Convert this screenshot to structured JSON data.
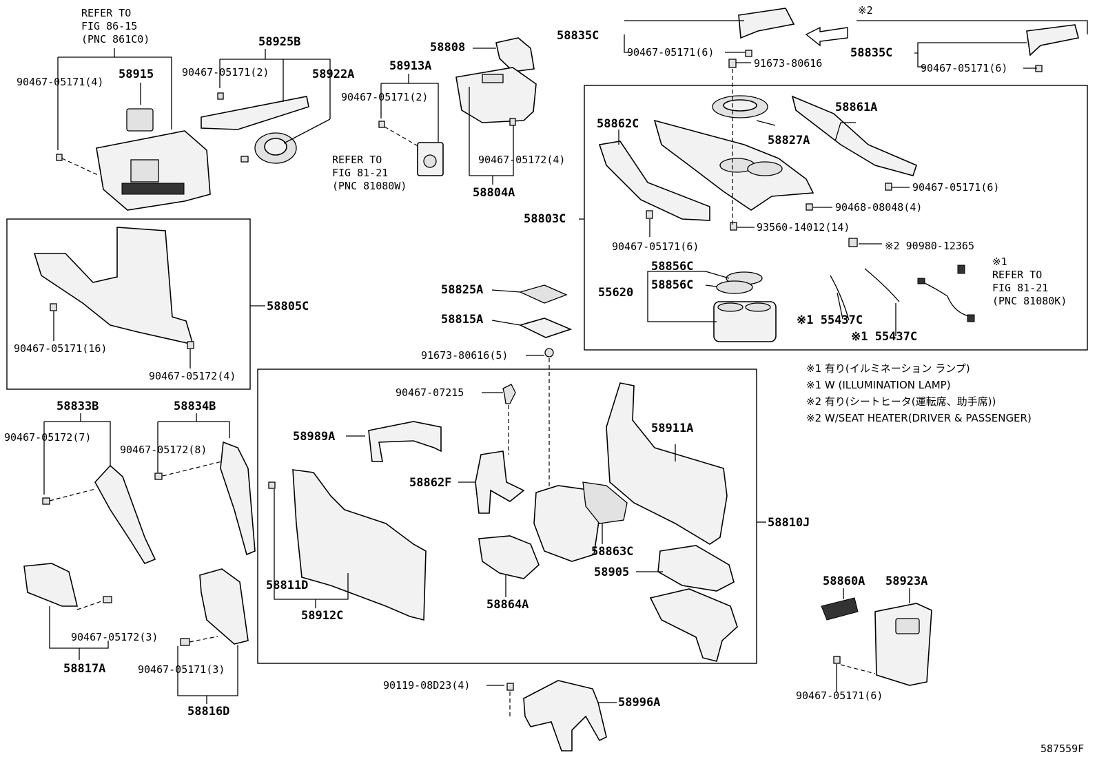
{
  "refs": {
    "fig8615": [
      "REFER TO",
      "FIG 86-15",
      "(PNC 861C0)"
    ],
    "fig8121_w": [
      "REFER TO",
      "FIG 81-21",
      "(PNC 81080W)"
    ],
    "fig8121_k": [
      "※1",
      "REFER TO",
      "FIG 81-21",
      "(PNC 81080K)"
    ]
  },
  "labels": {
    "p58915": "58915",
    "c90467_4": "90467-05171(4)",
    "p58925B": "58925B",
    "c90467_2a": "90467-05171(2)",
    "p58922A": "58922A",
    "p58913A": "58913A",
    "c90467_2b": "90467-05171(2)",
    "p58808": "58808",
    "c90467_05172_4a": "90467-05172(4)",
    "p58804A": "58804A",
    "p58835C_a": "58835C",
    "c90467_6a": "90467-05171(6)",
    "c91673": "91673-80616",
    "mark2": "※2",
    "p58835C_b": "58835C",
    "c90467_6b": "90467-05171(6)",
    "p58862C": "58862C",
    "p58827A": "58827A",
    "p58861A": "58861A",
    "c90467_6c": "90467-05171(6)",
    "c90468": "90468-08048(4)",
    "p58803C": "58803C",
    "c93560": "93560-14012(14)",
    "c90467_6d": "90467-05171(6)",
    "c90980": "※2 90980-12365",
    "p58856C_a": "58856C",
    "p58856C_b": "58856C",
    "p55620": "55620",
    "p55437C_a": "※1 55437C",
    "p55437C_b": "※1 55437C",
    "p58825A": "58825A",
    "p58815A": "58815A",
    "c91673_5": "91673-80616(5)",
    "p58805C": "58805C",
    "c90467_16": "90467-05171(16)",
    "c90467_05172_4b": "90467-05172(4)",
    "p58833B": "58833B",
    "c90467_05172_7": "90467-05172(7)",
    "p58834B": "58834B",
    "c90467_05172_8": "90467-05172(8)",
    "c90467_07215": "90467-07215",
    "p58989A": "58989A",
    "p58862F": "58862F",
    "p58911A": "58911A",
    "p58810J": "58810J",
    "p58863C": "58863C",
    "p58905": "58905",
    "p58864A": "58864A",
    "p58811D": "58811D",
    "p58912C": "58912C",
    "c90467_05172_3": "90467-05172(3)",
    "p58817A": "58817A",
    "c90467_3": "90467-05171(3)",
    "p58816D": "58816D",
    "c90119": "90119-08D23(4)",
    "p58996A": "58996A",
    "p58860A": "58860A",
    "p58923A": "58923A",
    "c90467_6e": "90467-05171(6)",
    "fig_id": "587559F"
  },
  "legend": [
    "※1  有り(イルミネーション ランプ)",
    "※1  W (ILLUMINATION LAMP)",
    "※2  有り(シートヒータ(運転席、助手席))",
    "※2  W/SEAT HEATER(DRIVER & PASSENGER)"
  ]
}
